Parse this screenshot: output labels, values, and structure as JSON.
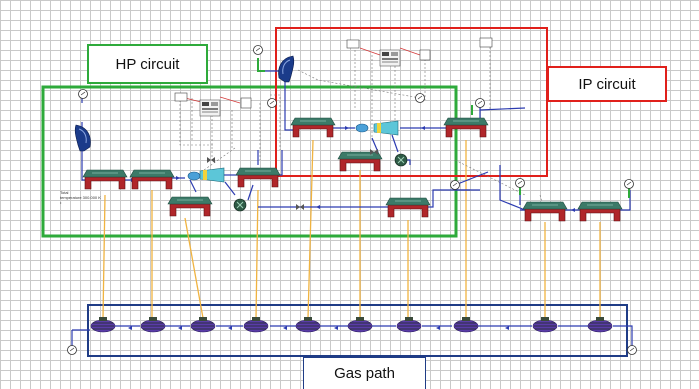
{
  "labels": {
    "hp_circuit": "HP circuit",
    "ip_circuit": "IP circuit",
    "gas_path": "Gas path"
  },
  "tiny_text": {
    "total_temperature": "Total\ntemperature 300.000 K\n•"
  },
  "colors": {
    "hp_frame": "#2eaa3b",
    "ip_frame": "#e0201b",
    "gas_frame": "#1f3c86",
    "heat_link": "#f0b340",
    "pipe": "#2c3bb0",
    "heat_exchanger": "#b0262a",
    "heat_exchanger_top": "#3c7a68",
    "gas_unit": "#5a3ca8",
    "grid": "#c9c9c9"
  },
  "icons": [
    "drum-icon",
    "valve-icon",
    "pump-icon",
    "heat-exchanger-icon",
    "turbine-icon",
    "mixer-icon",
    "gauge-icon",
    "controller-icon",
    "gas-unit-icon"
  ]
}
